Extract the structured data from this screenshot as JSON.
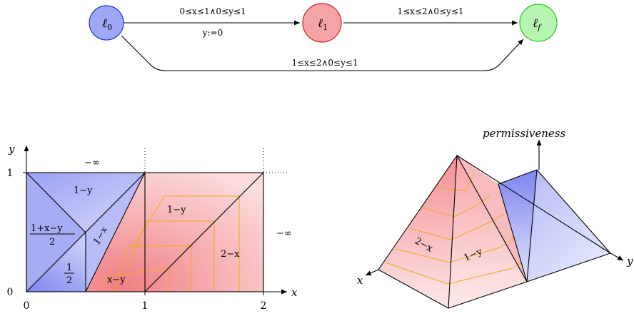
{
  "automaton": {
    "states": [
      {
        "id": "l0",
        "label": "ℓ",
        "sub": "0",
        "fill": "#9ea8f5",
        "stroke": "#1f2fd8"
      },
      {
        "id": "l1",
        "label": "ℓ",
        "sub": "1",
        "fill": "#f5a4a6",
        "stroke": "#d81f25"
      },
      {
        "id": "lf",
        "label": "ℓ",
        "sub": "f",
        "fill": "#b7f5b3",
        "stroke": "#24c21b"
      }
    ],
    "edges": [
      {
        "from": "l0",
        "to": "l1",
        "guard": "0≤x≤1∧0≤y≤1",
        "reset": "y:=0"
      },
      {
        "from": "l1",
        "to": "lf",
        "guard": "1≤x≤2∧0≤y≤1"
      },
      {
        "from": "l0",
        "to": "lf",
        "guard": "1≤x≤2∧0≤y≤1"
      }
    ]
  },
  "plane_plot": {
    "x_axis_label": "x",
    "y_axis_label": "y",
    "x_ticks": [
      "0",
      "1",
      "2"
    ],
    "y_ticks": [
      "0",
      "1"
    ],
    "region_labels": {
      "top_minus_inf": "−∞",
      "right_minus_inf": "−∞",
      "blue_top": "1−y",
      "blue_left_num": "1+x−y",
      "blue_left_den": "2",
      "blue_diag": "1−x",
      "blue_half_num": "1",
      "blue_half_den": "2",
      "red_bottom": "x−y",
      "red_top": "1−y",
      "red_right": "2−x"
    },
    "colors": {
      "blue": "#8e95f2",
      "red": "#f3a0a2",
      "contour": "#f2a81e"
    }
  },
  "surface_plot": {
    "z_axis_label": "permissiveness",
    "x_axis_label": "x",
    "y_axis_label": "y",
    "face_labels": [
      "2−x",
      "1−y"
    ]
  }
}
